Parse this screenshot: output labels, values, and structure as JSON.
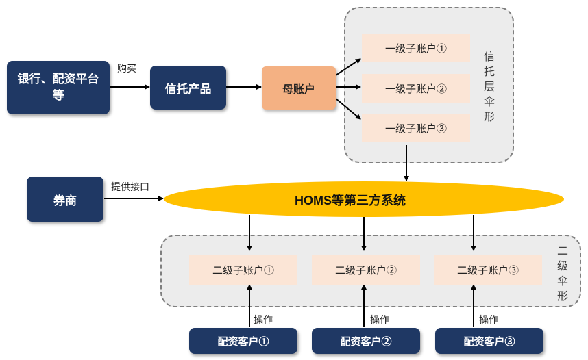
{
  "nodes": {
    "banks": "银行、配资平台等",
    "trust_product": "信托产品",
    "parent_account": "母账户",
    "level1": [
      "一级子账户①",
      "一级子账户②",
      "一级子账户③"
    ],
    "brokers": "券商",
    "homs": "HOMS等第三方系统",
    "level2": [
      "二级子账户①",
      "二级子账户②",
      "二级子账户③"
    ],
    "clients": [
      "配资客户①",
      "配资客户②",
      "配资客户③"
    ]
  },
  "labels": {
    "buy": "购买",
    "interface": "提供接口",
    "operate": "操作",
    "trust_umbrella": "信托层伞形",
    "level2_umbrella": "二级伞形"
  }
}
